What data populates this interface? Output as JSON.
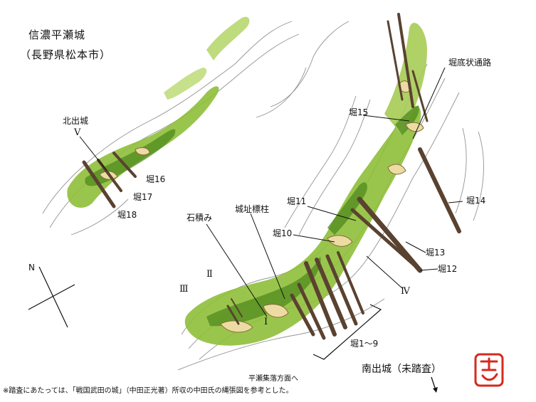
{
  "map": {
    "title": "信濃平瀬城",
    "location": "（長野県松本市）",
    "north": "N",
    "labels": {
      "kitade": "北出城",
      "roman_v": "Ⅴ",
      "hori16": "堀16",
      "hori17": "堀17",
      "hori18": "堀18",
      "ishizumi": "石積み",
      "shiseki": "城址標柱",
      "hori11": "堀11",
      "hori10": "堀10",
      "roman_ii": "Ⅱ",
      "roman_iii": "Ⅲ",
      "roman_i": "Ⅰ",
      "roman_iv": "Ⅳ",
      "hori15": "堀15",
      "horizoko": "堀底状通路",
      "hori14": "堀14",
      "hori13": "堀13",
      "hori12": "堀12",
      "hori1_9": "堀1～9",
      "minamide": "南出城（未踏査）",
      "hirase": "平瀬集落方面へ",
      "note": "※踏査にあたっては、「戦国武田の城」（中田正光著）所収の中田氏の縄張図を参考とした。"
    },
    "colors": {
      "vegetation": "#8fbf3a",
      "vegetation_dark": "#4f8a1e",
      "ridge_path": "#e8d9a0",
      "trench": "#5a4230",
      "contour": "#555555",
      "seal": "#d42a1e"
    },
    "seal_icon": "red-seal-stamp"
  }
}
